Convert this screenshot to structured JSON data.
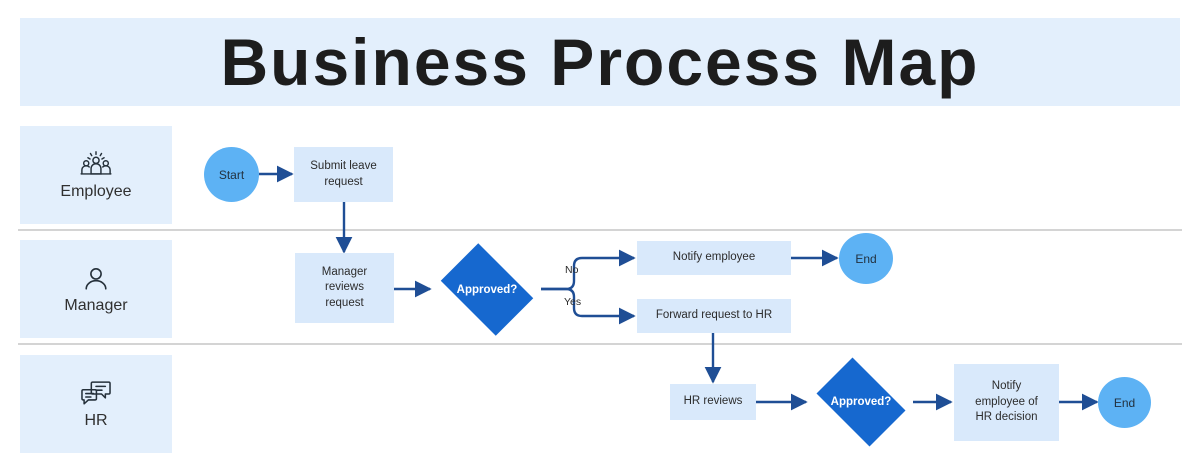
{
  "title": "Business Process Map",
  "colors": {
    "banner_bg": "#e3effc",
    "lane_bg": "#e3effc",
    "process_fill": "#d9e9fb",
    "terminator_fill": "#5db2f4",
    "decision_fill": "#1668cf",
    "connector": "#1f4e95",
    "divider": "#d4d4d4",
    "title_text": "#1d1d1d"
  },
  "lanes": [
    {
      "id": "employee",
      "label": "Employee",
      "icon": "people-group-icon"
    },
    {
      "id": "manager",
      "label": "Manager",
      "icon": "person-icon"
    },
    {
      "id": "hr",
      "label": "HR",
      "icon": "chat-bubbles-icon"
    }
  ],
  "nodes": [
    {
      "id": "start",
      "label": "Start",
      "type": "terminator",
      "lane": "employee"
    },
    {
      "id": "submit-request",
      "label": "Submit leave\nrequest",
      "type": "process",
      "lane": "employee"
    },
    {
      "id": "manager-reviews",
      "label": "Manager\nreviews\nrequest",
      "type": "process",
      "lane": "manager"
    },
    {
      "id": "manager-approved",
      "label": "Approved?",
      "type": "decision",
      "lane": "manager"
    },
    {
      "id": "notify-employee",
      "label": "Notify employee",
      "type": "process",
      "lane": "manager"
    },
    {
      "id": "end-manager",
      "label": "End",
      "type": "terminator",
      "lane": "manager"
    },
    {
      "id": "forward-to-hr",
      "label": "Forward request to HR",
      "type": "process",
      "lane": "manager"
    },
    {
      "id": "hr-reviews",
      "label": "HR reviews",
      "type": "process",
      "lane": "hr"
    },
    {
      "id": "hr-approved",
      "label": "Approved?",
      "type": "decision",
      "lane": "hr"
    },
    {
      "id": "notify-decision",
      "label": "Notify\nemployee of\nHR decision",
      "type": "process",
      "lane": "hr"
    },
    {
      "id": "end-hr",
      "label": "End",
      "type": "terminator",
      "lane": "hr"
    }
  ],
  "edges": [
    {
      "from": "start",
      "to": "submit-request",
      "label": ""
    },
    {
      "from": "submit-request",
      "to": "manager-reviews",
      "label": ""
    },
    {
      "from": "manager-reviews",
      "to": "manager-approved",
      "label": ""
    },
    {
      "from": "manager-approved",
      "to": "notify-employee",
      "label": "No"
    },
    {
      "from": "notify-employee",
      "to": "end-manager",
      "label": ""
    },
    {
      "from": "manager-approved",
      "to": "forward-to-hr",
      "label": "Yes"
    },
    {
      "from": "forward-to-hr",
      "to": "hr-reviews",
      "label": ""
    },
    {
      "from": "hr-reviews",
      "to": "hr-approved",
      "label": ""
    },
    {
      "from": "hr-approved",
      "to": "notify-decision",
      "label": ""
    },
    {
      "from": "notify-decision",
      "to": "end-hr",
      "label": ""
    }
  ],
  "edge_labels": {
    "no": "No",
    "yes": "Yes"
  }
}
